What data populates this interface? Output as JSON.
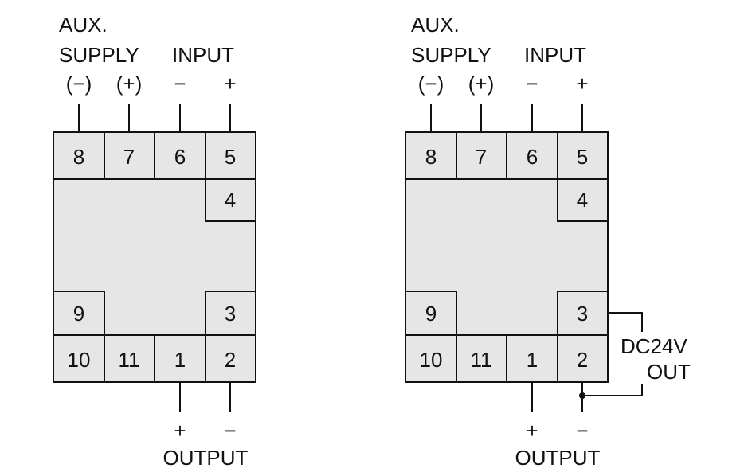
{
  "diagrams": [
    {
      "aux_line1": "AUX.",
      "aux_line2": "SUPPLY",
      "input_label": "INPUT",
      "pol_8": "(−)",
      "pol_7": "(+)",
      "pol_6": "−",
      "pol_5": "+",
      "terminals": {
        "t8": "8",
        "t7": "7",
        "t6": "6",
        "t5": "5",
        "t4": "4",
        "t9": "9",
        "t3": "3",
        "t10": "10",
        "t11": "11",
        "t1": "1",
        "t2": "2"
      },
      "out_pol_1": "+",
      "out_pol_2": "−",
      "output_label": "OUTPUT"
    },
    {
      "aux_line1": "AUX.",
      "aux_line2": "SUPPLY",
      "input_label": "INPUT",
      "pol_8": "(−)",
      "pol_7": "(+)",
      "pol_6": "−",
      "pol_5": "+",
      "terminals": {
        "t8": "8",
        "t7": "7",
        "t6": "6",
        "t5": "5",
        "t4": "4",
        "t9": "9",
        "t3": "3",
        "t10": "10",
        "t11": "11",
        "t1": "1",
        "t2": "2"
      },
      "out_pol_1": "+",
      "out_pol_2": "−",
      "output_label": "OUTPUT",
      "dc_line1": "DC24V",
      "dc_line2": "OUT"
    }
  ]
}
